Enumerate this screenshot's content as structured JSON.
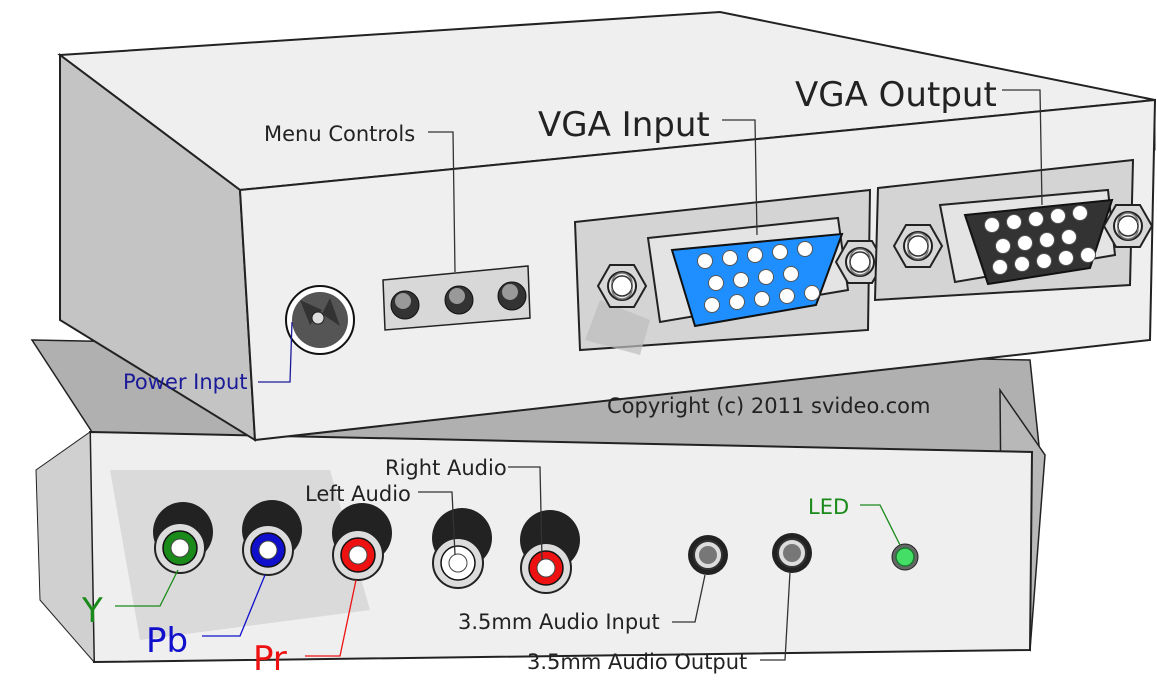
{
  "labels": {
    "menu_controls": "Menu Controls",
    "vga_input": "VGA Input",
    "vga_output": "VGA Output",
    "power_input": "Power Input",
    "copyright": "Copyright (c) 2011 svideo.com",
    "right_audio": "Right Audio",
    "left_audio": "Left Audio",
    "led": "LED",
    "y": "Y",
    "pb": "Pb",
    "pr": "Pr",
    "audio_input_35": "3.5mm Audio Input",
    "audio_output_35": "3.5mm Audio Output"
  },
  "colors": {
    "vga_input_connector": "#1f8fff",
    "vga_output_connector": "#333333",
    "y_jack": "#1a8a1a",
    "pb_jack": "#1010cc",
    "pr_jack": "#ee1111",
    "left_audio_jack": "#ffffff",
    "right_audio_jack": "#ee1111",
    "led": "#44dd66",
    "power_label": "#1a1a99",
    "y_label": "#1a8a1a",
    "pb_label": "#1010cc",
    "pr_label": "#ee1111",
    "led_label": "#1a8a1a"
  }
}
